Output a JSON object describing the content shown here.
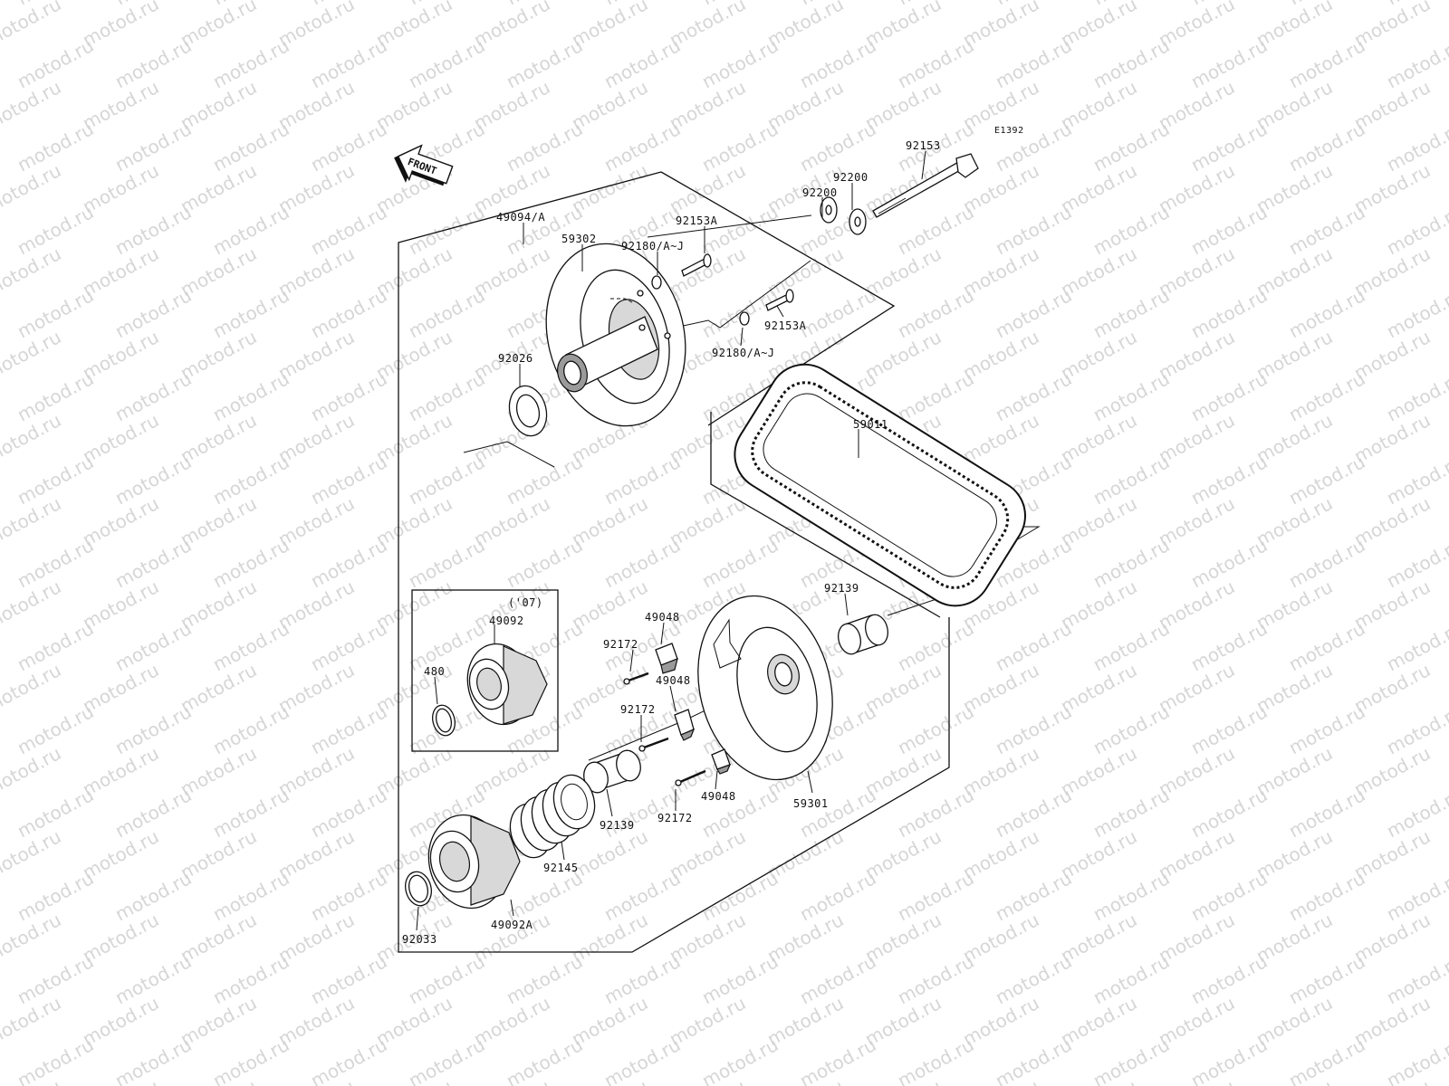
{
  "diagram_code": "E1392",
  "front_label": "FRONT",
  "watermark_text": "motod.ru",
  "variant_note": "('07)",
  "parts": {
    "p92153_top": "92153",
    "p92200_a": "92200",
    "p92200_b": "92200",
    "p49094": "49094/A",
    "p59302": "59302",
    "p92180_a": "92180/A~J",
    "p92153a_a": "92153A",
    "p92153a_b": "92153A",
    "p92180_b": "92180/A~J",
    "p92026": "92026",
    "p59011": "59011",
    "p49092": "49092",
    "p480": "480",
    "p49048_a": "49048",
    "p92172_a": "92172",
    "p49048_b": "49048",
    "p92172_b": "92172",
    "p92139_a": "92139",
    "p92139_b": "92139",
    "p92172_c": "92172",
    "p49048_c": "49048",
    "p59301": "59301",
    "p92145": "92145",
    "p92033": "92033",
    "p49092a": "49092A"
  },
  "colors": {
    "ink": "#111111",
    "watermark": "#d6d6d6",
    "shade": "#d8d8d8"
  }
}
